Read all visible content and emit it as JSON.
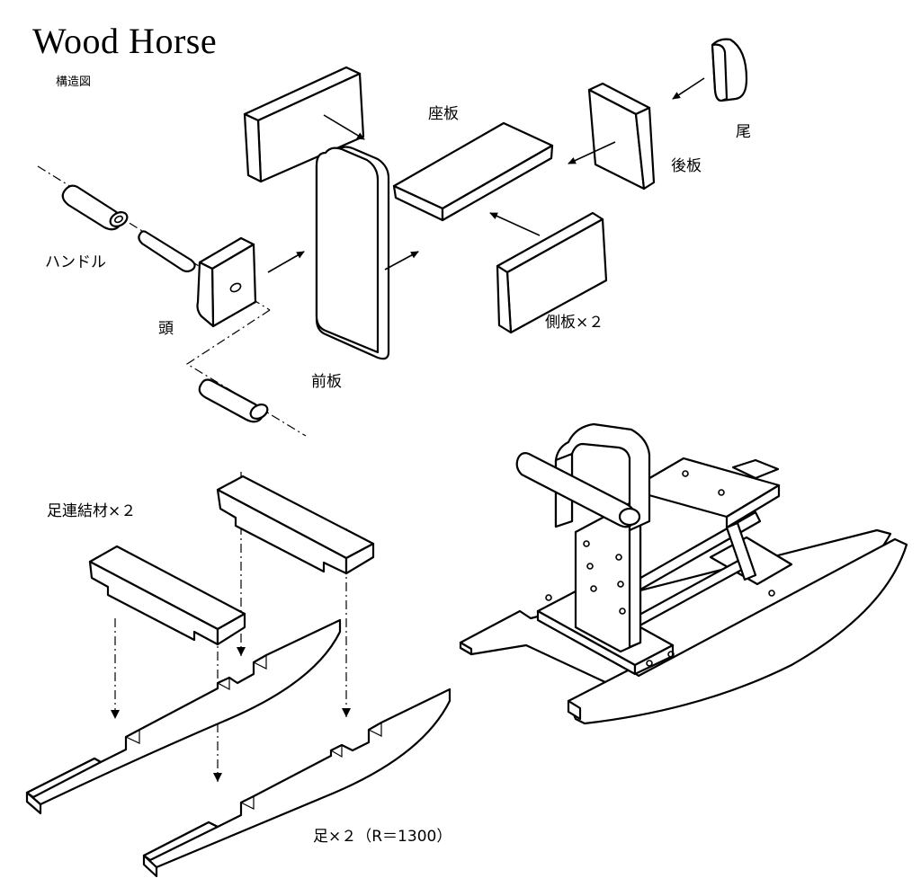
{
  "title": "Wood Horse",
  "subtitle": "構造図",
  "labels": {
    "seat": "座板",
    "tail": "尾",
    "back": "後板",
    "handle": "ハンドル",
    "head": "頭",
    "front": "前板",
    "side": "側板×２",
    "connector": "足連結材×２",
    "legs": "足×２（R＝1300）"
  }
}
